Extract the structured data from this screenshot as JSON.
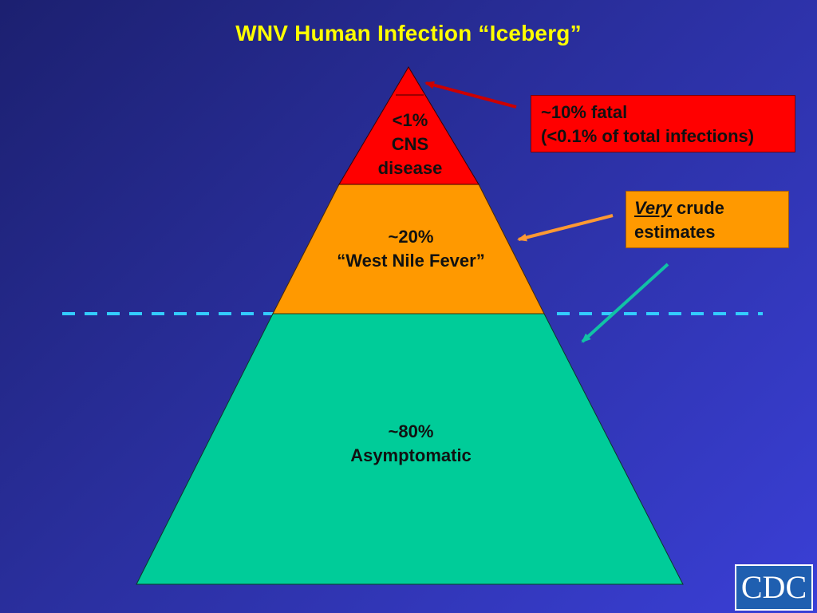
{
  "title": "WNV Human Infection “Iceberg”",
  "layers": [
    {
      "lines": [
        "<1%",
        "CNS",
        "disease"
      ],
      "color": "#ff0000"
    },
    {
      "lines": [
        "~20%",
        "“West Nile Fever”"
      ],
      "color": "#ff9900"
    },
    {
      "lines": [
        "~80%",
        "Asymptomatic"
      ],
      "color": "#00cc99"
    }
  ],
  "callouts": {
    "fatal": {
      "lines": [
        "~10% fatal",
        "(<0.1% of total infections)"
      ],
      "color": "#ff0000"
    },
    "crude": {
      "emphasis": "Very",
      "rest": " crude",
      "line2": "estimates",
      "color": "#ff9900"
    }
  },
  "colors": {
    "title": "#ffff00",
    "waterline": "#33ccff",
    "arrow_fatal": "#cc0000",
    "arrow_crude": "#ff9933",
    "arrow_waterline": "#11c2a5"
  },
  "logo": "CDC"
}
